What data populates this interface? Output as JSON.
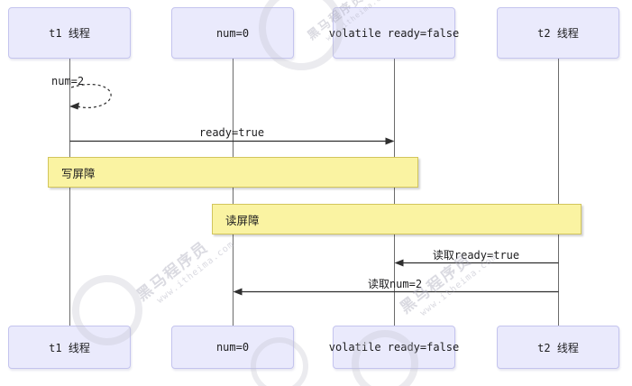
{
  "diagram": {
    "title_hint": "volatile write/read barrier sequence diagram",
    "actors": [
      {
        "id": "t1",
        "label": "t1 线程"
      },
      {
        "id": "num",
        "label": "num=0"
      },
      {
        "id": "volatile",
        "label": "volatile ready=false"
      },
      {
        "id": "t2",
        "label": "t2 线程"
      }
    ],
    "messages": {
      "self_assign": "num=2",
      "write_ready": "ready=true",
      "read_ready": "读取ready=true",
      "read_num": "读取num=2"
    },
    "barriers": {
      "write": "写屏障",
      "read": "读屏障"
    }
  },
  "watermark": {
    "brand": "黑马程序员",
    "url": "www.itheima.com"
  },
  "colors": {
    "actor_fill": "#eaeafc",
    "actor_border": "#c4c4ee",
    "barrier_fill": "#faf3a2",
    "barrier_border": "#d2c55c",
    "lifeline": "#6b6b6b",
    "arrow": "#2f2f2f",
    "text": "#1c1c1e"
  }
}
